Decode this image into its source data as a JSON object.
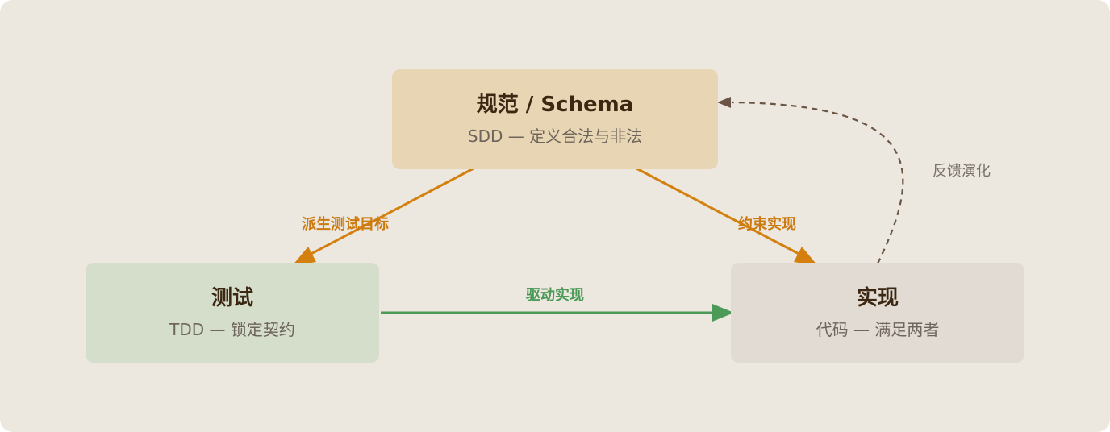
{
  "nodes": {
    "spec": {
      "title": "规范 / Schema",
      "subtitle": "SDD — 定义合法与非法"
    },
    "test": {
      "title": "测试",
      "subtitle": "TDD — 锁定契约"
    },
    "impl": {
      "title": "实现",
      "subtitle": "代码 — 满足两者"
    }
  },
  "edges": {
    "derive": {
      "label": "派生测试目标",
      "color": "#d4800e"
    },
    "constrain": {
      "label": "约束实现",
      "color": "#d4800e"
    },
    "drive": {
      "label": "驱动实现",
      "color": "#4b9a58"
    },
    "feedback": {
      "label": "反馈演化",
      "color": "#6b5544"
    }
  },
  "colors": {
    "background": "#ece7df",
    "spec_fill": "#e8d5b4",
    "test_fill": "#d5ddcb",
    "impl_fill": "#e1dbd4"
  }
}
